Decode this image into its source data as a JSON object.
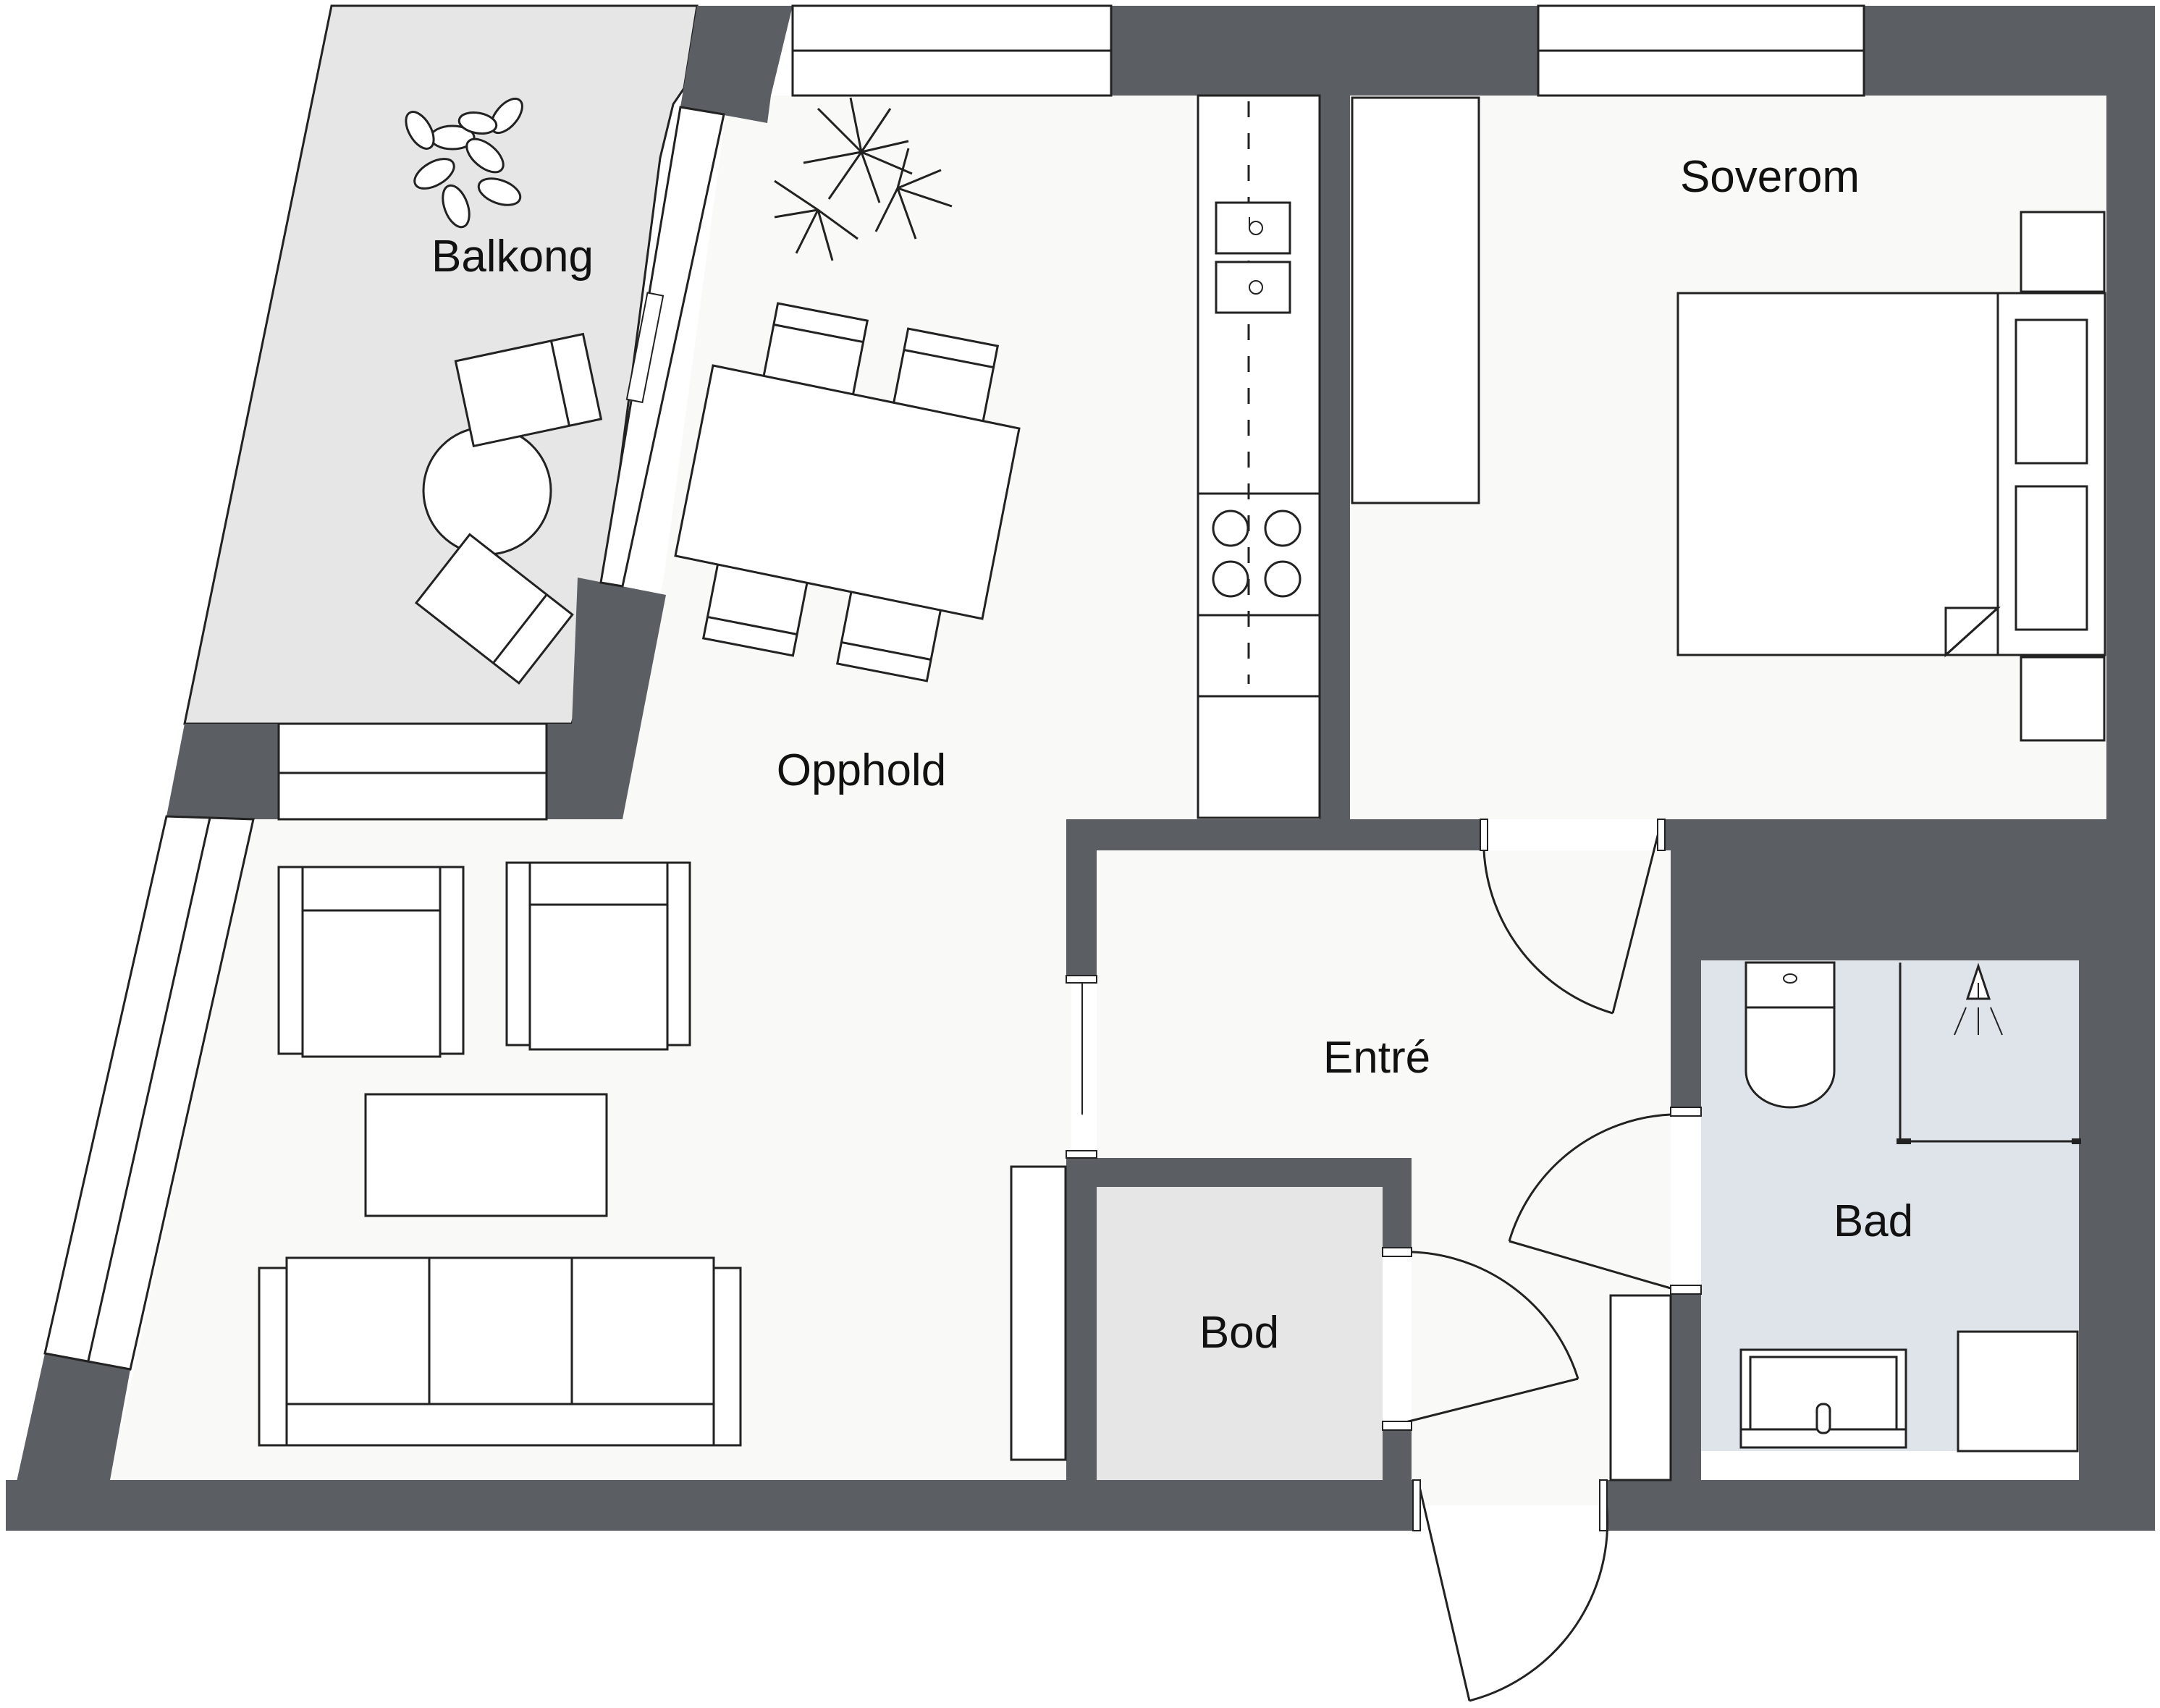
{
  "colors": {
    "wall": "#5b5e63",
    "floor": "#f9f9f7",
    "balcony_floor": "#e6e6e6",
    "storage_floor": "#e6e6e6",
    "bath_floor": "#dfe3ea",
    "outline": "#222222"
  },
  "rooms": {
    "balkong": "Balkong",
    "opphold": "Opphold",
    "soverom": "Soverom",
    "entre": "Entré",
    "bod": "Bod",
    "bad": "Bad"
  },
  "icons": {
    "plants": "potted-plant-icon",
    "toilet": "toilet-icon",
    "shower": "shower-head-icon",
    "sink": "sink-icon",
    "stove": "cooktop-icon"
  }
}
